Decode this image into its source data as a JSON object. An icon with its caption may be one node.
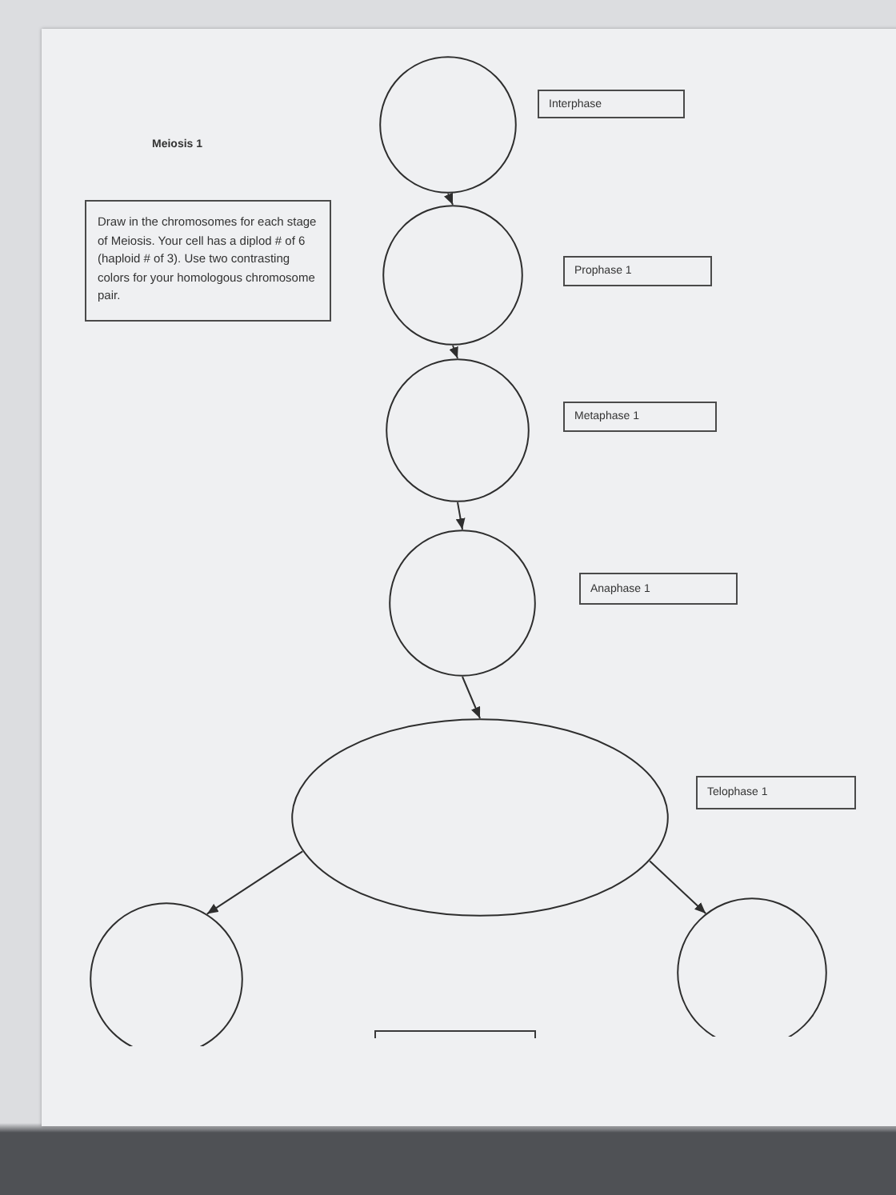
{
  "diagram": {
    "title": "Meiosis 1",
    "nodes": [
      {
        "text": [],
        "shape": "circle"
      },
      {
        "text": [
          "Interphase"
        ]
      },
      {
        "text": [
          "Draw in the chromosomes for each stage of Meiosis. Your cell has a diplod # of 6 (haploid # of 3). Use two contrasting colors for your homologous chromosome pair."
        ]
      },
      {
        "text": [],
        "shape": "circle"
      },
      {
        "text": [
          "Prophase 1"
        ]
      },
      {
        "text": [],
        "shape": "circle"
      },
      {
        "text": [
          "Metaphase 1"
        ]
      },
      {
        "text": [],
        "shape": "circle"
      },
      {
        "text": [
          "Anaphase 1"
        ]
      },
      {
        "text": [],
        "shape": "ellipse"
      },
      {
        "text": [
          "Telophase 1"
        ]
      },
      {
        "text": [],
        "shape": "circle"
      },
      {
        "text": [],
        "shape": "circle"
      },
      {
        "text": [],
        "shape": "box"
      }
    ],
    "edges": [
      {
        "from": 0,
        "to": 3,
        "arrow": "to"
      },
      {
        "from": 3,
        "to": 5,
        "arrow": "to"
      },
      {
        "from": 5,
        "to": 7,
        "arrow": "to"
      },
      {
        "from": 7,
        "to": 9,
        "arrow": "to"
      },
      {
        "from": 9,
        "to": 11,
        "arrow": "to"
      },
      {
        "from": 9,
        "to": 12,
        "arrow": "to"
      }
    ]
  }
}
